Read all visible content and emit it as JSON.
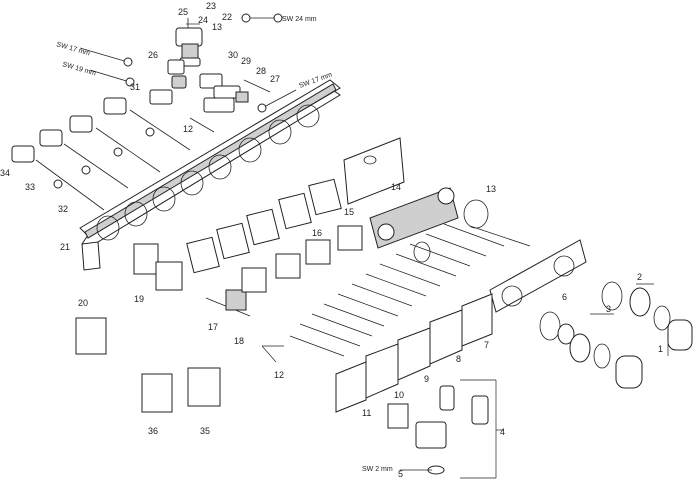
{
  "callouts": [
    "1",
    "2",
    "3",
    "4",
    "5",
    "6",
    "7",
    "8",
    "9",
    "10",
    "11",
    "12",
    "12",
    "13",
    "13",
    "14",
    "15",
    "16",
    "17",
    "18",
    "19",
    "20",
    "21",
    "22",
    "23",
    "24",
    "25",
    "26",
    "27",
    "28",
    "29",
    "30",
    "31",
    "32",
    "33",
    "34",
    "35",
    "36"
  ],
  "wrench_labels": {
    "w24": "SW 24 mm",
    "w17a": "SW 17 mm",
    "w19": "SW 19 mm",
    "w17b": "SW 17 mm",
    "w2": "SW 2 mm"
  }
}
